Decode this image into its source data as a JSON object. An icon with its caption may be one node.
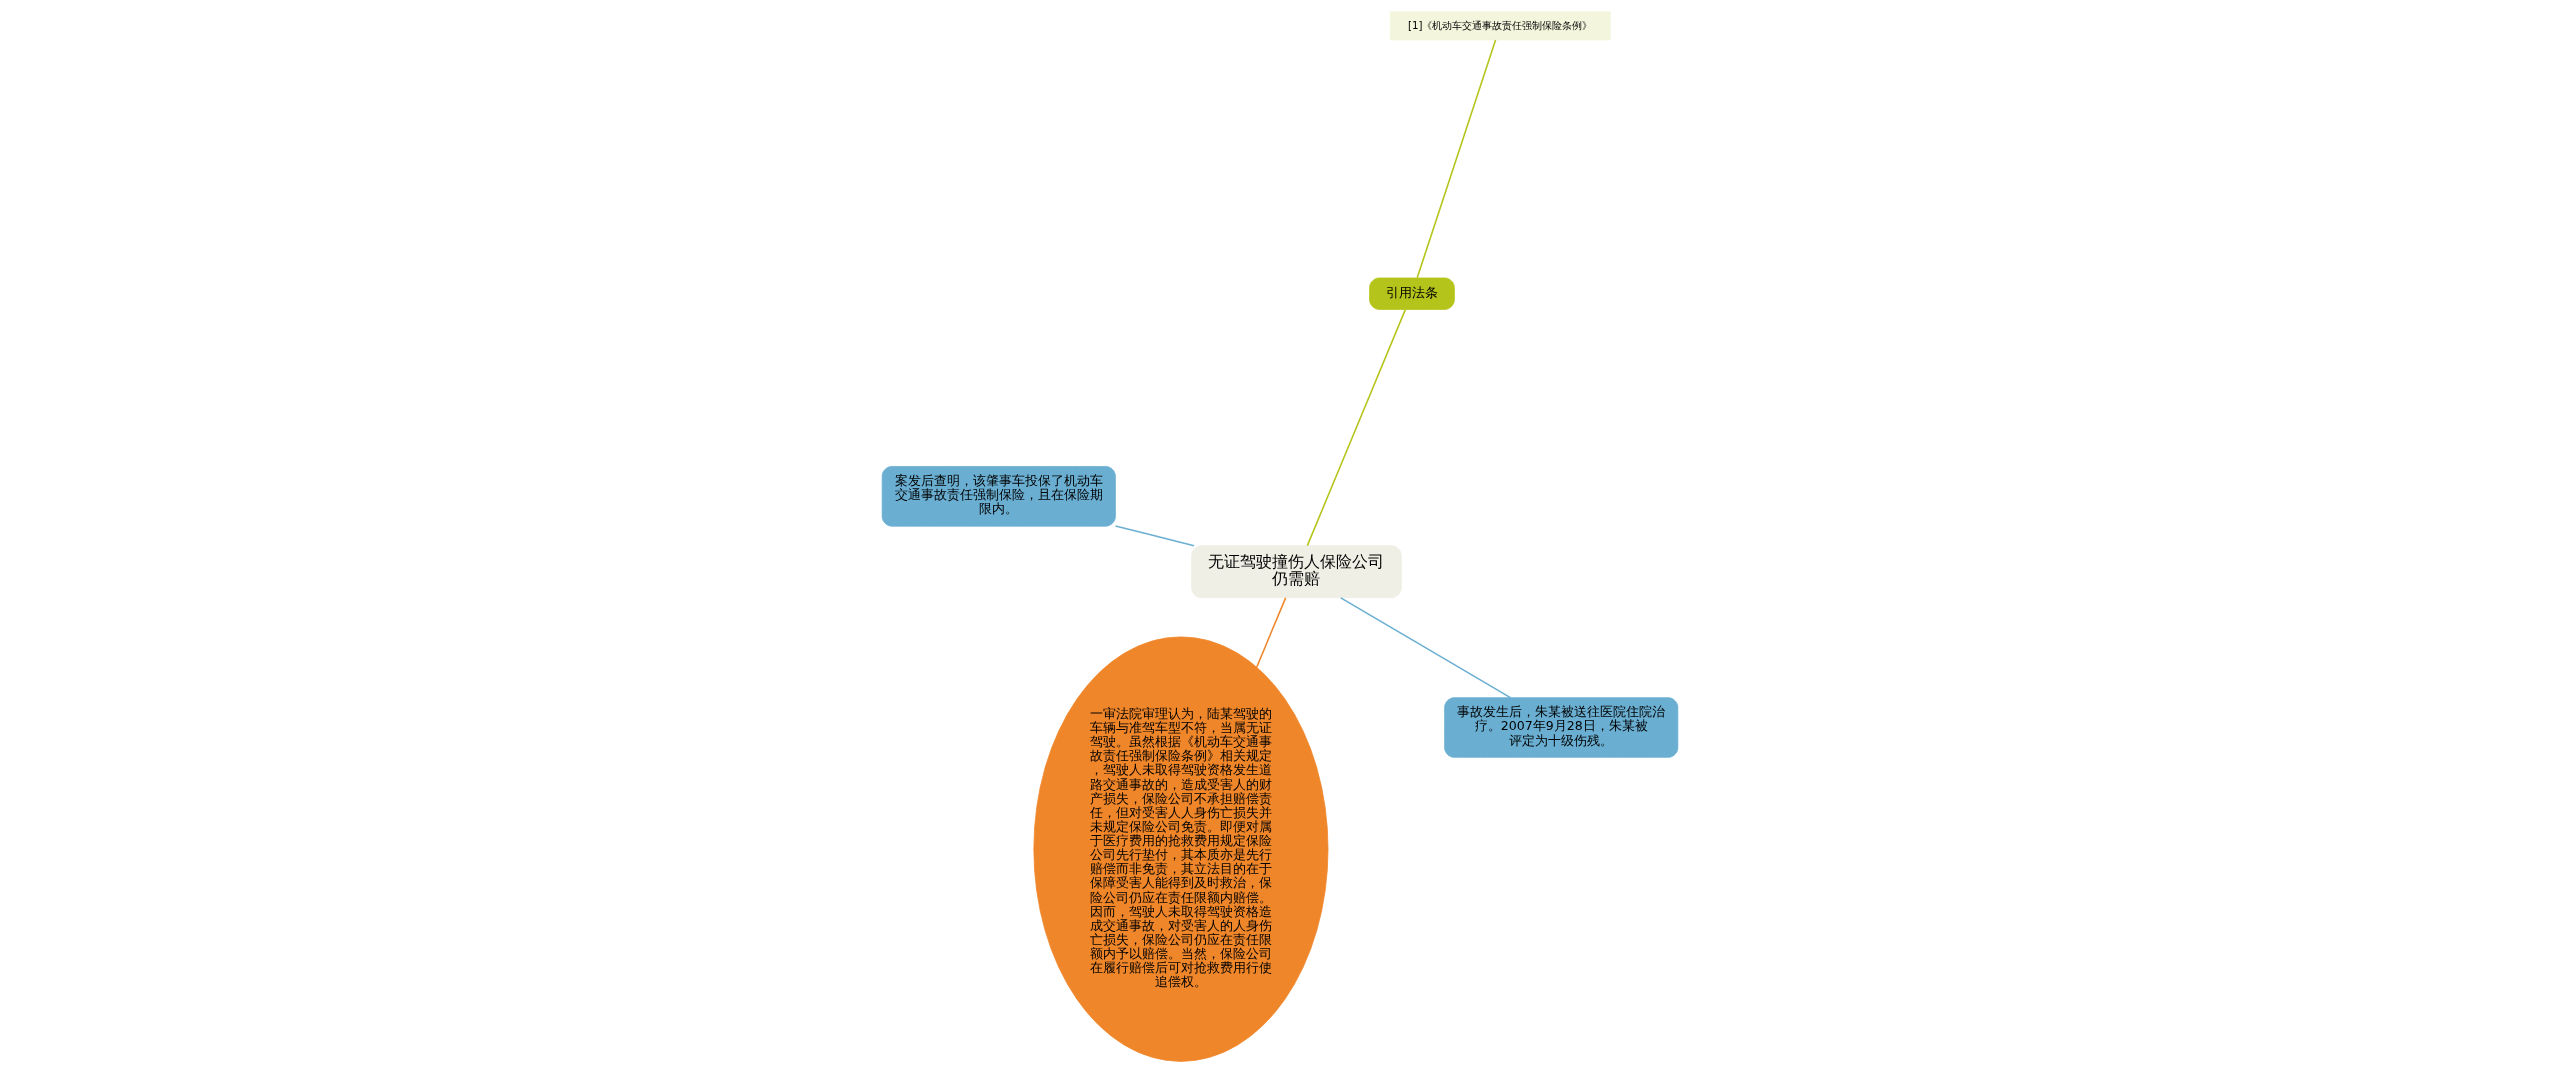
{
  "diagram": {
    "nodes": [
      {
        "text": [
          "无证驾驶撞伤人保险公司仍需赔"
        ]
      },
      {
        "text": [
          "事故发生后，朱某被送往医院住院治疗。2007年9月28日，朱某被评定为十级伤残。"
        ]
      },
      {
        "text": [
          "一审法院审理认为，陆某驾驶的车辆与准驾车型不符，当属无证驾驶。虽然根据《机动车交通事故责任强制保险条例》相关规定，驾驶人未取得驾驶资格发生道路交通事故的，造成受害人的财产损失，保险公司不承担赔偿责任，但对受害人人身伤亡损失并未规定保险公司免责。即便对属于医疗费用的抢救费用规定保险公司先行垫付，其本质亦是先行赔偿而非免责，其立法目的在于保障受害人能得到及时救治，保险公司仍应在责任限额内赔偿。因而，驾驶人未取得驾驶资格造成交通事故，对受害人的人身伤亡损失，保险公司仍应在责任限额内予以赔偿。当然，保险公司在履行赔偿后可对抢救费用行使追偿权。"
        ]
      },
      {
        "text": [
          "案发后查明，该肇事车投保了机动车交通事故责任强制保险，且在保险期限内。"
        ]
      },
      {
        "text": [
          "引用法条"
        ]
      },
      {
        "text": [
          "[1]《机动车交通事故责任强制保险条例》"
        ]
      }
    ],
    "edges": [
      {
        "from": 0,
        "to": 1,
        "arrow": "none",
        "color": "#6aafd2"
      },
      {
        "from": 0,
        "to": 2,
        "arrow": "none",
        "color": "#f0862a"
      },
      {
        "from": 0,
        "to": 3,
        "arrow": "none",
        "color": "#6aafd2"
      },
      {
        "from": 0,
        "to": 4,
        "arrow": "none",
        "color": "#b5c41a"
      },
      {
        "from": 4,
        "to": 5,
        "arrow": "none",
        "color": "#b5c41a"
      }
    ]
  }
}
